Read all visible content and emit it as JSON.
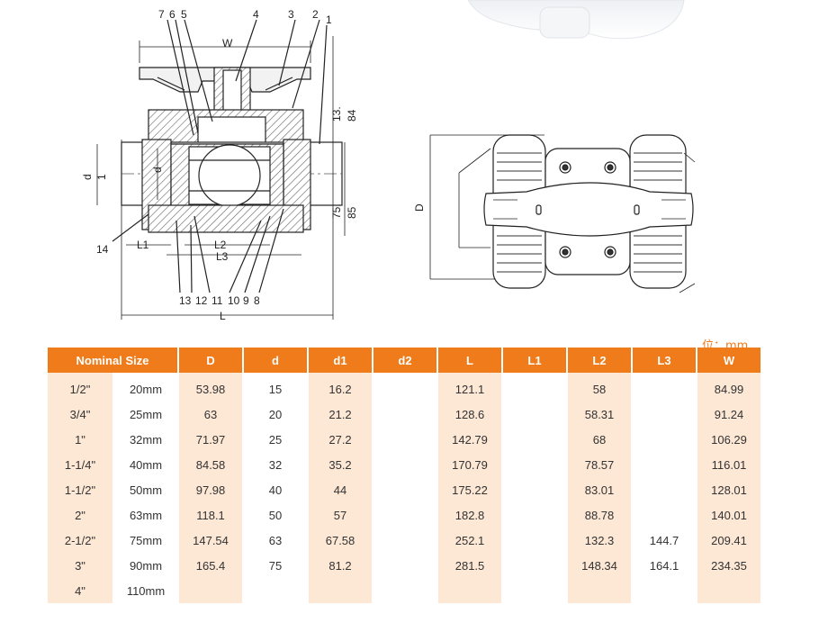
{
  "unit_note": "位：mm",
  "drawing": {
    "callouts_top": [
      "7",
      "6",
      "5",
      "4",
      "3",
      "2",
      "1"
    ],
    "callouts_bottom": [
      "13",
      "12",
      "11",
      "10",
      "9",
      "8"
    ],
    "callout_left": "14",
    "dim_W": "W",
    "dim_L": "L",
    "dim_L1": "L1",
    "dim_L2": "L2",
    "dim_L3": "L3",
    "dim_d": "d",
    "dim_d1": "1",
    "dim_d_inner": "d",
    "dim_D": "D",
    "dim_13": "13.",
    "dim_84": "84",
    "dim_75": "75.",
    "dim_85": "85"
  },
  "table": {
    "headers": [
      "Nominal Size",
      "D",
      "d",
      "d1",
      "d2",
      "L",
      "L1",
      "L2",
      "L3",
      "W"
    ],
    "rows": [
      [
        "1/2\"",
        "20mm",
        "53.98",
        "15",
        "16.2",
        "",
        "121.1",
        "",
        "58",
        "",
        "84.99"
      ],
      [
        "3/4\"",
        "25mm",
        "63",
        "20",
        "21.2",
        "",
        "128.6",
        "",
        "58.31",
        "",
        "91.24"
      ],
      [
        "1\"",
        "32mm",
        "71.97",
        "25",
        "27.2",
        "",
        "142.79",
        "",
        "68",
        "",
        "106.29"
      ],
      [
        "1-1/4\"",
        "40mm",
        "84.58",
        "32",
        "35.2",
        "",
        "170.79",
        "",
        "78.57",
        "",
        "116.01"
      ],
      [
        "1-1/2\"",
        "50mm",
        "97.98",
        "40",
        "44",
        "",
        "175.22",
        "",
        "83.01",
        "",
        "128.01"
      ],
      [
        "2\"",
        "63mm",
        "118.1",
        "50",
        "57",
        "",
        "182.8",
        "",
        "88.78",
        "",
        "140.01"
      ],
      [
        "2-1/2\"",
        "75mm",
        "147.54",
        "63",
        "67.58",
        "",
        "252.1",
        "",
        "132.3",
        "144.7",
        "209.41"
      ],
      [
        "3\"",
        "90mm",
        "165.4",
        "75",
        "81.2",
        "",
        "281.5",
        "",
        "148.34",
        "164.1",
        "234.35"
      ],
      [
        "4\"",
        "110mm",
        "",
        "",
        "",
        "",
        "",
        "",
        "",
        "",
        ""
      ]
    ]
  }
}
